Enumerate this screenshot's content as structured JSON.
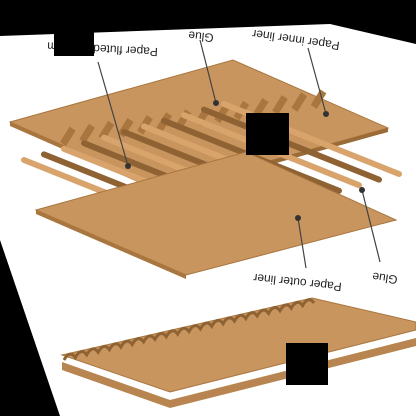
{
  "diagram": {
    "labels": {
      "flute_medium": "Paper fluted medium",
      "glue_top": "Glue",
      "inner_liner": "Paper inner liner",
      "glue_right": "Glue",
      "outer_liner": "Paper outer liner"
    },
    "colors": {
      "background": "#000000",
      "paper_region": "#ffffff",
      "liner": "#c9955f",
      "liner_edge": "#a9763f",
      "flute": "#d8a46c",
      "flute_dark": "#8f6234",
      "leader": "#444444",
      "dot": "#333333",
      "mask": "#000000"
    }
  }
}
